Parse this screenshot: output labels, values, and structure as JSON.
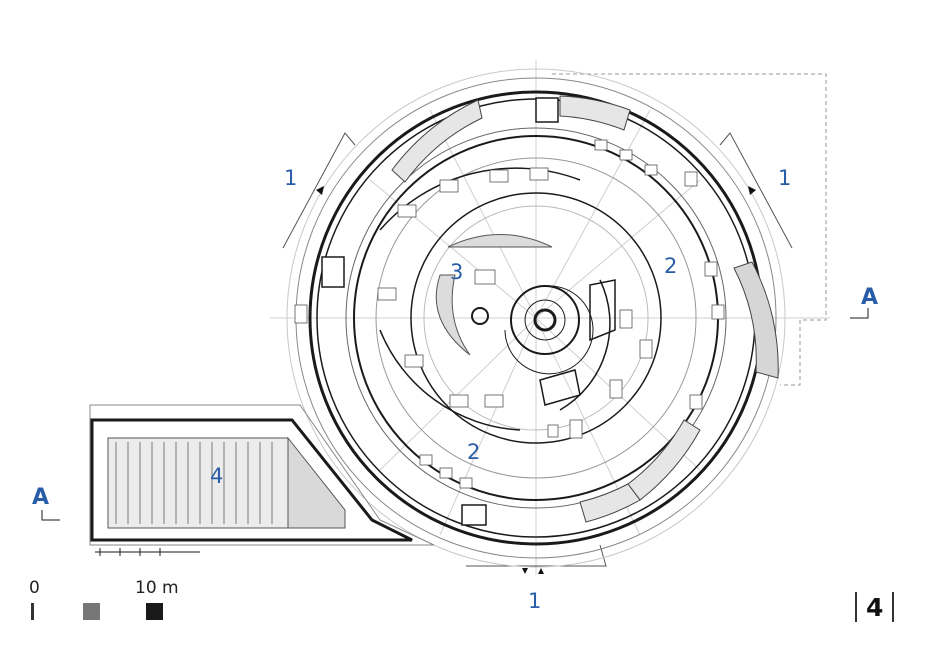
{
  "labels": {
    "entrance_top_left": "1",
    "entrance_top_right": "1",
    "entrance_bottom": "1",
    "zone_2_right": "2",
    "zone_2_bottom": "2",
    "zone_3": "3",
    "zone_4": "4",
    "section_right": "A",
    "section_left": "A"
  },
  "scale_bar": {
    "start_label": "0",
    "end_label": "10 m",
    "swatch_colors": [
      "#333333",
      "#777777",
      "#1a1a1a"
    ]
  },
  "page_number": "4",
  "colors": {
    "label_blue": "#2a5da8",
    "line_dark": "#1a1a1a",
    "line_light": "#bdbdbd",
    "fill_gray": "#d9d9d9"
  }
}
